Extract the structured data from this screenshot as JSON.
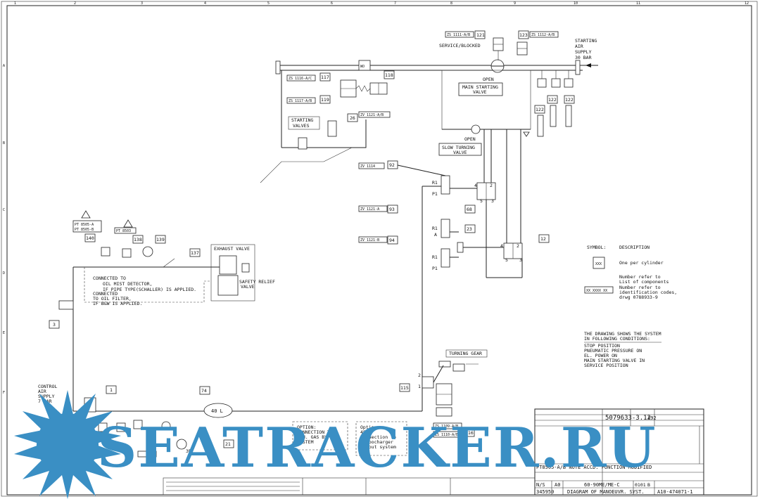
{
  "border": {
    "col_numbers": [
      "12",
      "11",
      "10",
      "9",
      "8",
      "7",
      "6",
      "5",
      "4",
      "3",
      "2",
      "1"
    ],
    "row_letters": [
      "A",
      "B",
      "C",
      "D",
      "E",
      "F"
    ]
  },
  "header": {
    "service_blocked": "SERVICE/BLOCKED",
    "starting_air_supply": [
      "STARTING",
      "AIR",
      "SUPPLY",
      "30 BAR"
    ],
    "open_top": "OPEN",
    "main_starting_valve": [
      "MAIN STARTING",
      "VALVE"
    ],
    "open_slow": "OPEN",
    "slow_turning_valve": [
      "SLOW TURNING",
      "VALVE"
    ],
    "starting_valves": [
      "STARTING",
      "VALVES"
    ],
    "wo": "WO"
  },
  "tags": {
    "t121": "121",
    "t123": "123",
    "t118": "118",
    "t117": "117",
    "t119": "119",
    "t26": "26",
    "t122a": "122",
    "t122b": "122",
    "t122c": "122",
    "t92": "92",
    "t93": "93",
    "t94": "94",
    "t68": "68",
    "t23": "23",
    "t12": "12",
    "t140": "140",
    "t138": "138",
    "t139": "139",
    "t137": "137",
    "t3": "3",
    "t1": "1",
    "t74": "74",
    "t21": "21",
    "t115": "115",
    "t116": "116"
  },
  "callouts": {
    "c121": "ZS 1111-A/B",
    "c123": "ZS 1112-A/B",
    "c117": "ZS 1116-A/C",
    "c119": "ZS 1117-A/B",
    "c26": "ZV 1121-A/B",
    "c92": "ZV 1114",
    "c93": "ZV 1121-A",
    "c94": "ZV 1121-B",
    "c140a": "PT 8505-A",
    "c140b": "PT 8505-B",
    "c138": "PT 8503",
    "c115": "ZS 1109-A/B",
    "c116": "ZS 1110-A/B"
  },
  "valve_ports": {
    "r1": "R1",
    "p1": "P1",
    "a": "A",
    "p4": "4",
    "p2": "2",
    "p5": "5",
    "p3": "3",
    "p1n": "1"
  },
  "notes": {
    "exhaust_valve": "EXHAUST VALVE",
    "safety_relief": [
      "SAFETY RELIEF",
      "VALVE"
    ],
    "oil_mist": [
      "CONNECTED TO",
      "OIL MIST DETECTOR,",
      "IF PIPE TYPE(SCHALLER) IS APPLIED."
    ],
    "oil_filter": [
      "CONNECTED",
      "TO OIL FILTER,",
      "IF B&W IS APPLIED."
    ],
    "control_air": [
      "CONTROL",
      "AIR",
      "SUPPLY",
      "7 BAR"
    ],
    "receiver": "40 L",
    "option1": [
      "OPTION:",
      "CONNECTION TO",
      "EXH. GAS BYPASS",
      "SYSTEM"
    ],
    "option2": [
      "Option:",
      "4801",
      "Connection to",
      "Turbocharger",
      "cutout system"
    ],
    "turning_gear": "TURNING GEAR",
    "turbo_label": "3P"
  },
  "legend": {
    "heading": [
      "SYMBOL:",
      "DESCRIPTION"
    ],
    "circle_symbol": "XXX",
    "one_per_cyl": "One per cylinder",
    "num_ref": [
      "Number refer to",
      "List of components"
    ],
    "code_symbol": "XX XXXX XX",
    "code_ref": [
      "Number refer to",
      "identification codes,",
      "drwg 0788933-9"
    ]
  },
  "conditions": {
    "title": [
      "THE DRAWING SHOWS THE SYSTEM",
      "IN FOLLOWING CONDITIONS:"
    ],
    "items": [
      "STOP POSITION",
      "PNEUMATIC PRESSURE ON",
      "EL. POWER ON",
      "MAIN STARTING VALVE IN",
      "SERVICE POSITION"
    ]
  },
  "title_block": {
    "drawing_no": "5079633-3.12",
    "sheet_size": "A0",
    "date": "0101",
    "rev": "B",
    "title": "DIAGRAM OF MANOEUVR. SYST.",
    "code": "A10-474071-1",
    "ident": "345950",
    "model": "60-90ME/ME-C",
    "type": "N/S",
    "rev_note": "PT8505-A/B NOTE ACCD. FUNCTION MODIFIED",
    "a_size": "A92"
  },
  "watermark": "SEATRACKER.RU"
}
